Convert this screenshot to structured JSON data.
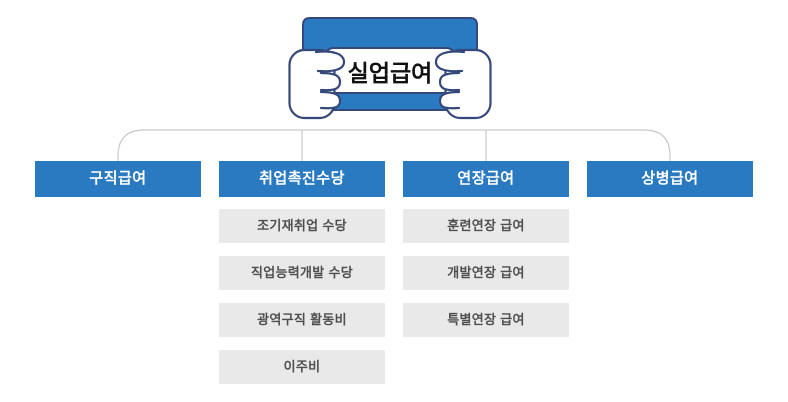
{
  "tree": {
    "root": "실업급여",
    "columns": [
      {
        "header": "구직급여",
        "children": []
      },
      {
        "header": "취업촉진수당",
        "children": [
          "조기재취업 수당",
          "직업능력개발 수당",
          "광역구직 활동비",
          "이주비"
        ]
      },
      {
        "header": "연장급여",
        "children": [
          "훈련연장 급여",
          "개발연장 급여",
          "특별연장 급여"
        ]
      },
      {
        "header": "상병급여",
        "children": []
      }
    ]
  },
  "icons": {
    "root_icon": "hands-holding-banner-icon"
  },
  "colors": {
    "node_blue": "#2A7AC1",
    "banner_fill": "#2A7AC1",
    "banner_outline": "#35487A",
    "child_bg": "#E9E9E9",
    "child_text": "#4F4F4F",
    "connector": "#C9C9C9",
    "root_text": "#111111"
  }
}
